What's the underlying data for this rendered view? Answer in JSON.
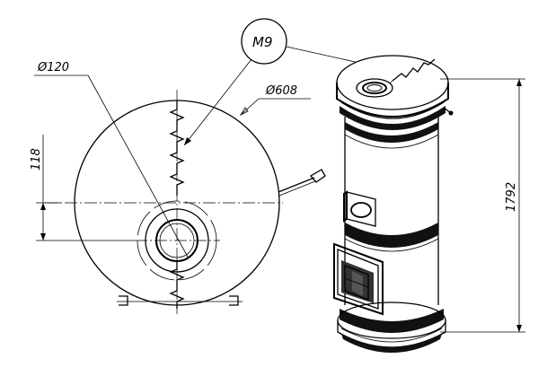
{
  "labels": {
    "diameter_flue": "Ø120",
    "diameter_body": "Ø608",
    "offset": "118",
    "height": "1792",
    "callout": "M9"
  }
}
